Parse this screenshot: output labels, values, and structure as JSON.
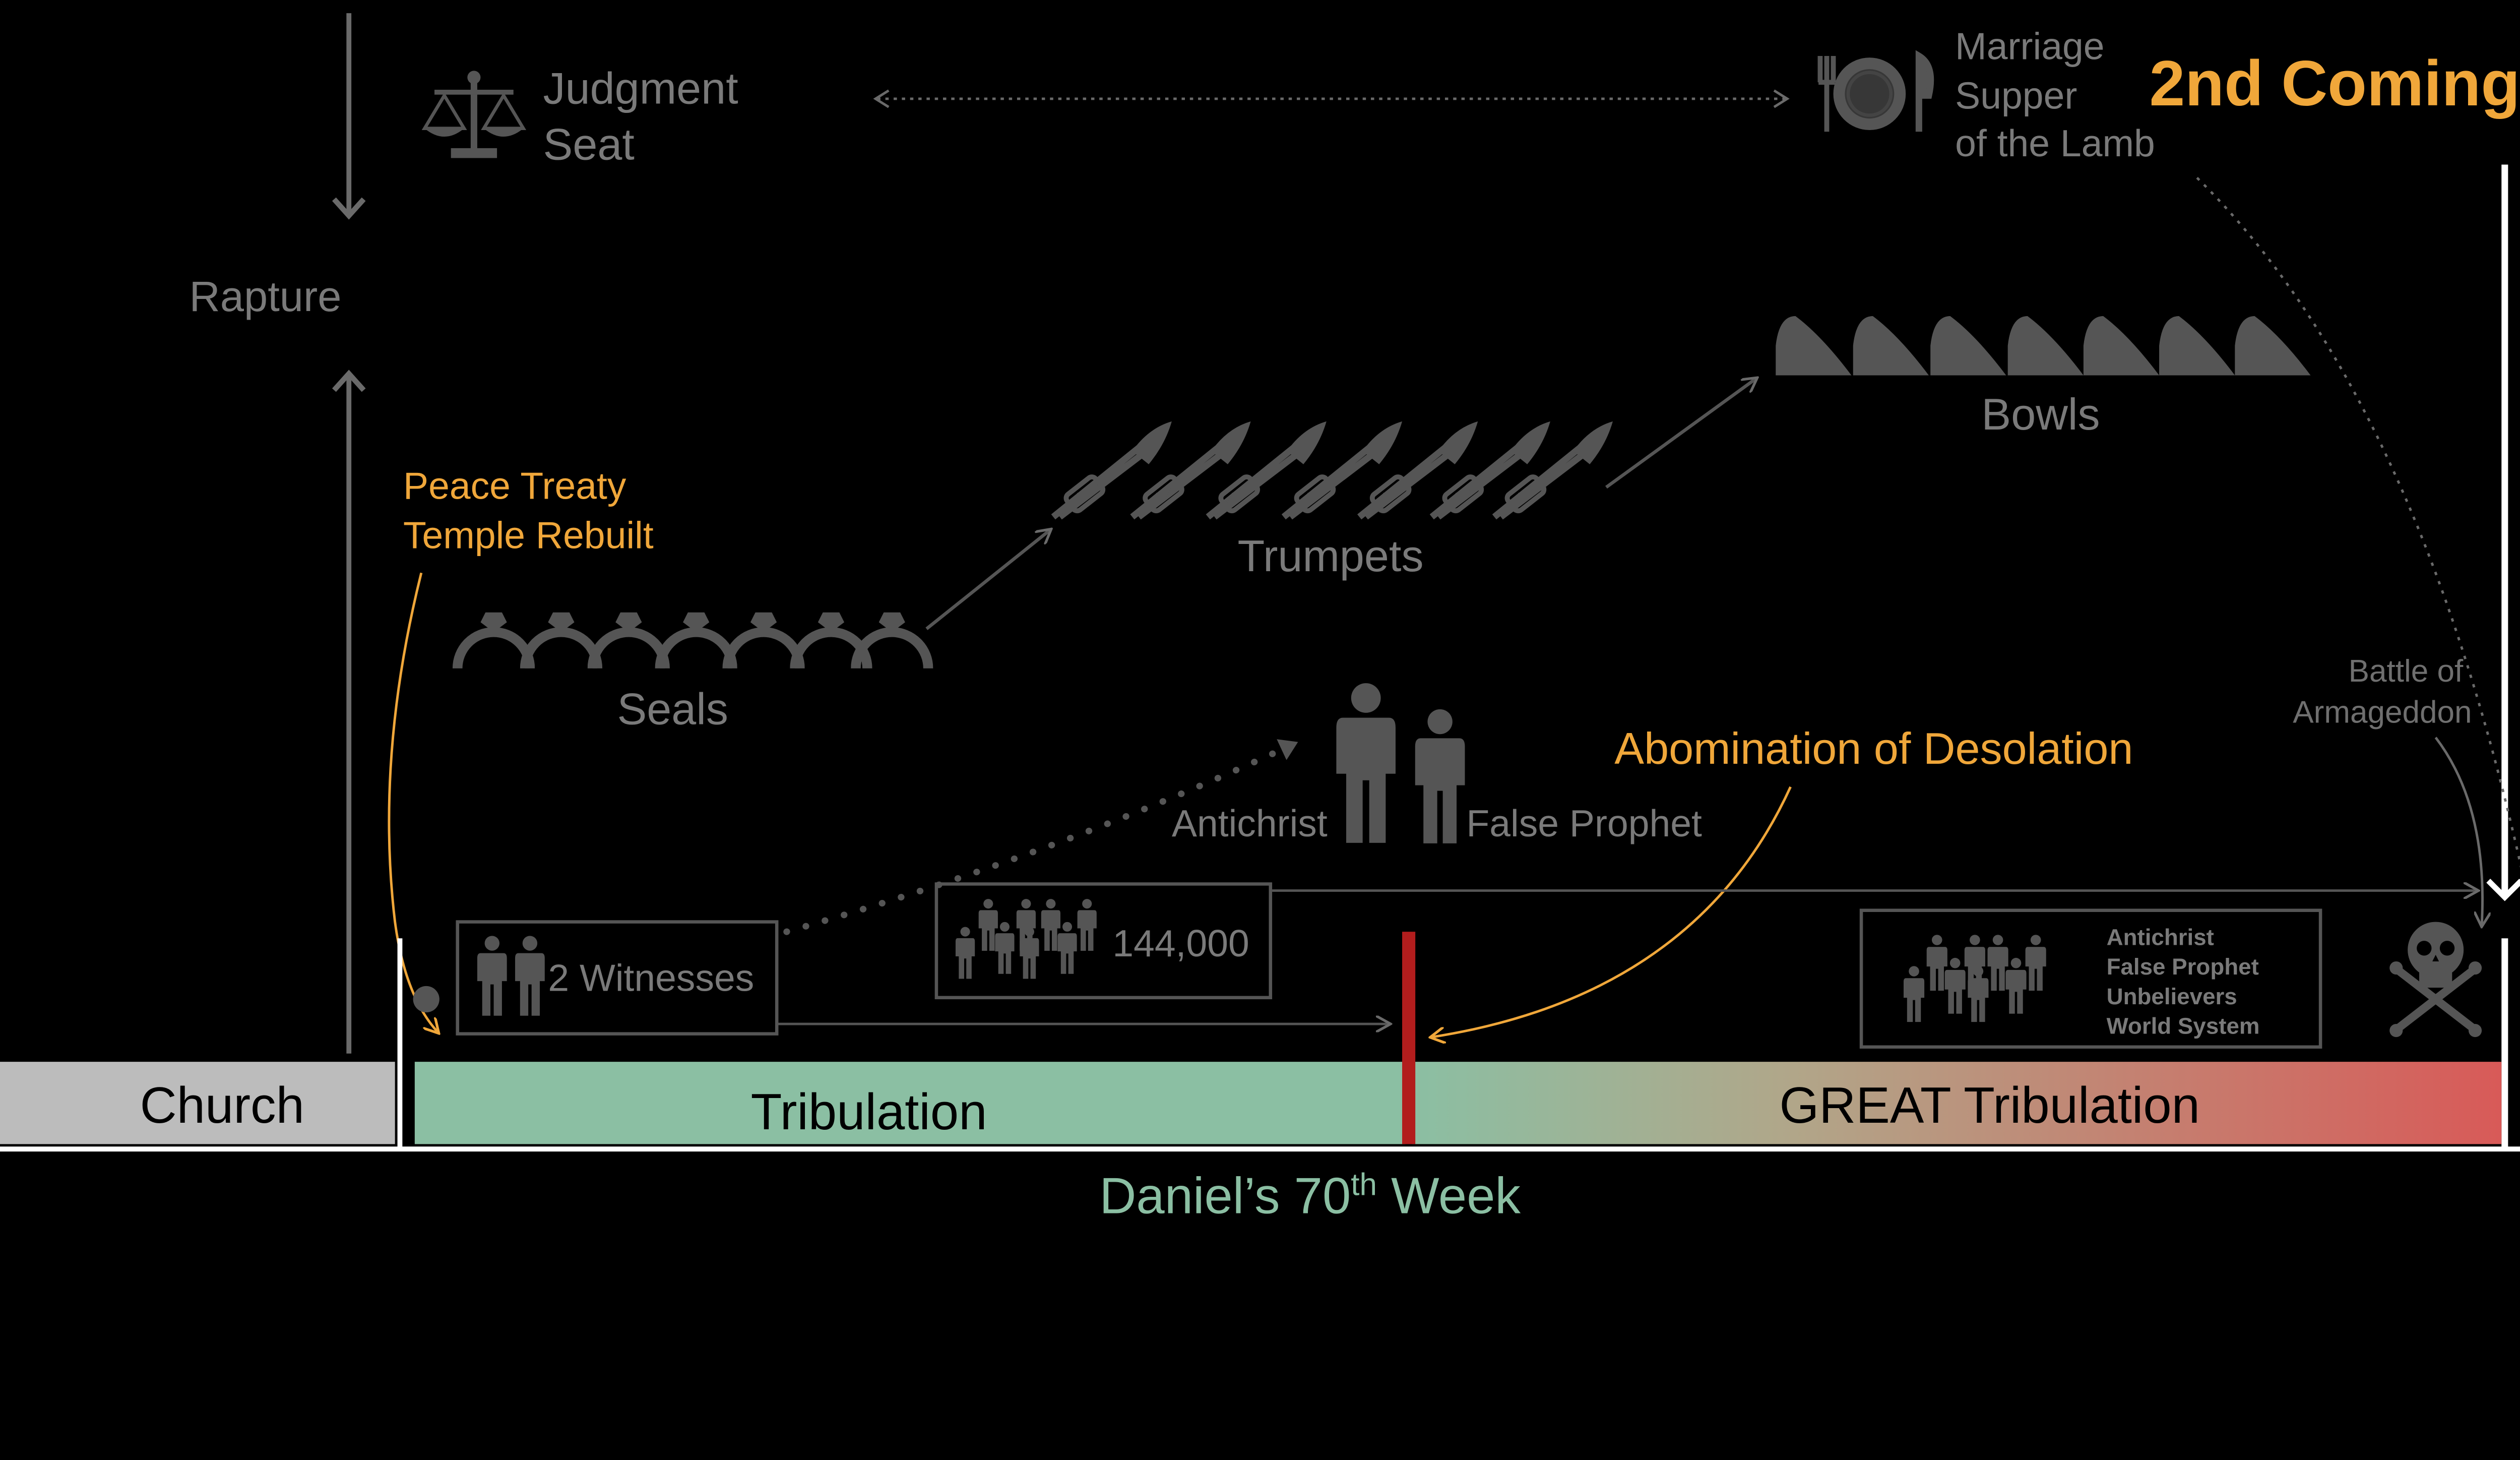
{
  "labels": {
    "judgment_seat": [
      "Judgment",
      "Seat"
    ],
    "marriage_supper": [
      "Marriage",
      "Supper",
      "of the Lamb"
    ],
    "second_coming": "2nd Coming",
    "rapture": "Rapture",
    "peace_treaty": [
      "Peace Treaty",
      "Temple Rebuilt"
    ],
    "seals": "Seals",
    "trumpets": "Trumpets",
    "bowls": "Bowls",
    "antichrist": "Antichrist",
    "false_prophet": "False Prophet",
    "abomination": "Abomination of Desolation",
    "battle": [
      "Battle of",
      "Armageddon"
    ],
    "two_witnesses": "2 Witnesses",
    "count_144000": "144,000",
    "judged_list": [
      "Antichrist",
      "False Prophet",
      "Unbelievers",
      "World System"
    ],
    "church": "Church",
    "tribulation": "Tribulation",
    "great_tribulation": "GREAT Tribulation",
    "daniel_week_prefix": "Daniel’s 70",
    "daniel_week_sup": "th",
    "daniel_week_suffix": " Week"
  },
  "colors": {
    "background": "#000000",
    "muted_text": "#7a7a7a",
    "icon_gray": "#555555",
    "accent_orange": "#f0a73a",
    "church_bar": "#bcbcbc",
    "tribulation_green": "#8bbfa3",
    "great_trib_end": "#d85a58",
    "abomination_marker": "#b21d1d",
    "daniel_week_text": "#8bbfa3",
    "white": "#ffffff"
  },
  "icons": [
    "scales-icon",
    "plate-fork-knife-icon",
    "ring-icon",
    "trumpet-icon",
    "bowl-icon",
    "person-icon",
    "skull-crossbones-icon"
  ]
}
